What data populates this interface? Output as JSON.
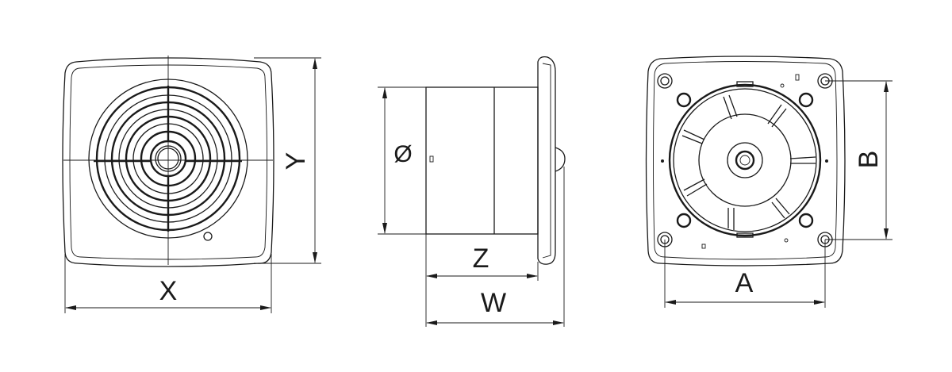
{
  "views": {
    "front": {
      "dimensions": {
        "width_label": "X",
        "height_label": "Y"
      }
    },
    "side": {
      "dimensions": {
        "diameter_label": "Ø",
        "depth_label": "Z",
        "total_depth_label": "W"
      }
    },
    "back": {
      "dimensions": {
        "hole_spacing_horizontal_label": "A",
        "hole_spacing_vertical_label": "B"
      }
    }
  },
  "colors": {
    "line": "#1a1a1a",
    "background": "#ffffff"
  }
}
